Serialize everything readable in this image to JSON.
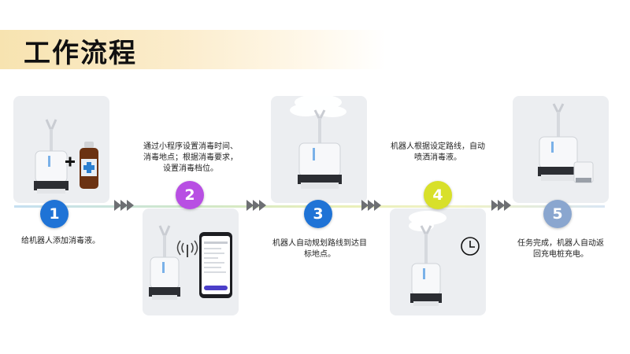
{
  "title": "工作流程",
  "steps": [
    {
      "num": "1",
      "color": "#1f73d6",
      "text": "给机器人添加消毒液。"
    },
    {
      "num": "2",
      "color": "#b84fe3",
      "text": "通过小程序设置消毒时间、消毒地点；根据消毒要求，设置消毒档位。"
    },
    {
      "num": "3",
      "color": "#1f73d6",
      "text": "机器人自动规划路线到达目标地点。"
    },
    {
      "num": "4",
      "color": "#d8e02a",
      "text": "机器人根据设定路线，自动喷洒消毒液。"
    },
    {
      "num": "5",
      "color": "#8aa6cf",
      "text": "任务完成，机器人自动返回充电桩充电。"
    }
  ],
  "icons": {
    "arrow": "chevron-right-icon",
    "plus": "plus-icon",
    "wifi": "signal-icon",
    "clock": "clock-icon"
  }
}
